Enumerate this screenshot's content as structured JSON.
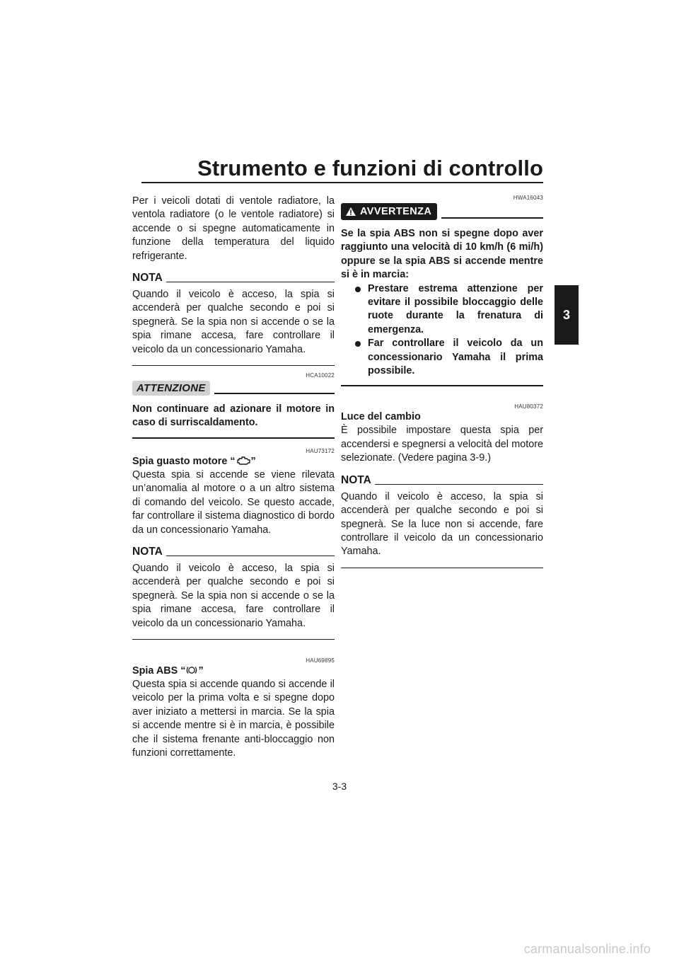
{
  "header": {
    "title": "Strumento e funzioni di controllo",
    "chapter_tab": "3"
  },
  "left": {
    "intro": "Per i veicoli dotati di ventole radiatore, la ventola radiatore (o le ventole radiatore) si accende o si spegne automaticamente in funzione della temperatura del liquido refrigerante.",
    "nota1_label": "NOTA",
    "nota1_text": "Quando il veicolo è acceso, la spia si accenderà per qualche secondo e poi si spegnerà. Se la spia non si accende o se la spia rimane accesa, fare controllare il veicolo da un concessionario Yamaha.",
    "att_code": "HCA10022",
    "att_label": "ATTENZIONE",
    "att_text": "Non continuare ad azionare il motore in caso di surriscaldamento.",
    "engine_code": "HAU73172",
    "engine_heading_pre": "Spia guasto motore “",
    "engine_heading_post": "”",
    "engine_text": "Questa spia si accende se viene rilevata un’anomalia al motore o a un altro sistema di comando del veicolo. Se questo accade, far controllare il sistema diagnostico di bordo da un concessionario Yamaha.",
    "nota2_label": "NOTA",
    "nota2_text": "Quando il veicolo è acceso, la spia si accenderà per qualche secondo e poi si spegnerà. Se la spia non si accende o se la spia rimane accesa, fare controllare il veicolo da un concessionario Yamaha.",
    "abs_code": "HAU69895",
    "abs_heading_pre": "Spia ABS “",
    "abs_heading_post": "”",
    "abs_text": "Questa spia si accende quando si accende il veicolo per la prima volta e si spegne dopo aver iniziato a mettersi in marcia. Se la spia si accende mentre si è in marcia, è possibile che il sistema frenante anti-bloccaggio non funzioni correttamente."
  },
  "right": {
    "warn_code": "HWA16043",
    "warn_label": "AVVERTENZA",
    "warn_text": "Se la spia ABS non si spegne dopo aver raggiunto una velocità di 10 km/h (6 mi/h) oppure se la spia ABS si accende mentre si è in marcia:",
    "warn_bullets": [
      "Prestare estrema attenzione per evitare il possibile bloccaggio delle ruote durante la frenatura di emergenza.",
      "Far controllare il veicolo da un concessionario Yamaha il prima possibile."
    ],
    "shift_code": "HAU80372",
    "shift_heading": "Luce del cambio",
    "shift_text": "È possibile impostare questa spia per accendersi e spegnersi a velocità del motore selezionate. (Vedere pagina 3-9.)",
    "nota3_label": "NOTA",
    "nota3_text": "Quando il veicolo è acceso, la spia si accenderà per qualche secondo e poi si spegnerà. Se la luce non si accende, fare controllare il veicolo da un concessionario Yamaha."
  },
  "footer": {
    "page_number": "3-3",
    "watermark": "carmanualsonline.info"
  },
  "icons": {
    "engine": "engine-warning-icon",
    "abs": "abs-warning-icon",
    "warning": "warning-triangle-icon"
  }
}
